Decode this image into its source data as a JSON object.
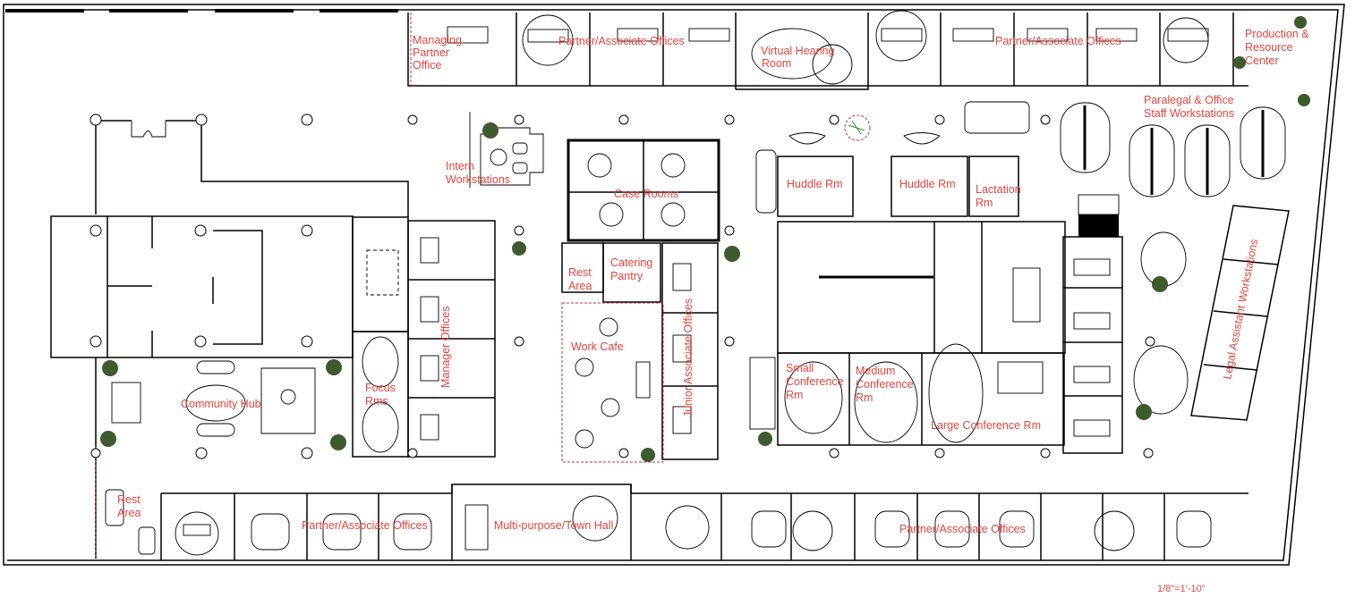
{
  "plan": {
    "title": "Office Floor Plan",
    "scale_label": "1/8\"=1'-10\"",
    "colors": {
      "label": "#e8443a",
      "wall": "#000000",
      "planting": "#3e5a2e",
      "zone_outline": "#d32f2f"
    },
    "labels": {
      "managing_partner": [
        "Managing",
        "Partner",
        "Office"
      ],
      "partner_top_left": "Partner/Associate Offices",
      "virtual_hearing": [
        "Virtual Hearing",
        "Room"
      ],
      "partner_top_right": "Partner/Associate Offices",
      "production": [
        "Production &",
        "Resource",
        "Center"
      ],
      "paralegal": [
        "Paralegal & Office",
        "Staff Workstations"
      ],
      "intern": [
        "Intern",
        "Workstations"
      ],
      "case_rooms": "Case Rooms",
      "huddle_1": "Huddle Rm",
      "huddle_2": "Huddle Rm",
      "lactation": [
        "Lactation",
        "Rm"
      ],
      "rest_area_center": [
        "Rest",
        "Area"
      ],
      "catering": [
        "Catering",
        "Pantry"
      ],
      "work_cafe": "Work Cafe",
      "junior_associate": "Junior Associate Offices",
      "manager_offices": "Manager Offices",
      "focus_rooms": [
        "Focus",
        "Rms"
      ],
      "community_hub": "Community Hub",
      "small_conf": [
        "Small",
        "Conference",
        "Rm"
      ],
      "medium_conf": [
        "Medium",
        "Conference",
        "Rm"
      ],
      "large_conf": "Large Conference Rm",
      "legal_assistant": "Legal Assistant Workstations",
      "rest_area_bottom": [
        "Rest",
        "Area"
      ],
      "partner_bottom_left": "Partner/Associate Offices",
      "town_hall": "Multi-purpose/Town Hall",
      "partner_bottom_right": "Partner/Associate Offices"
    }
  }
}
